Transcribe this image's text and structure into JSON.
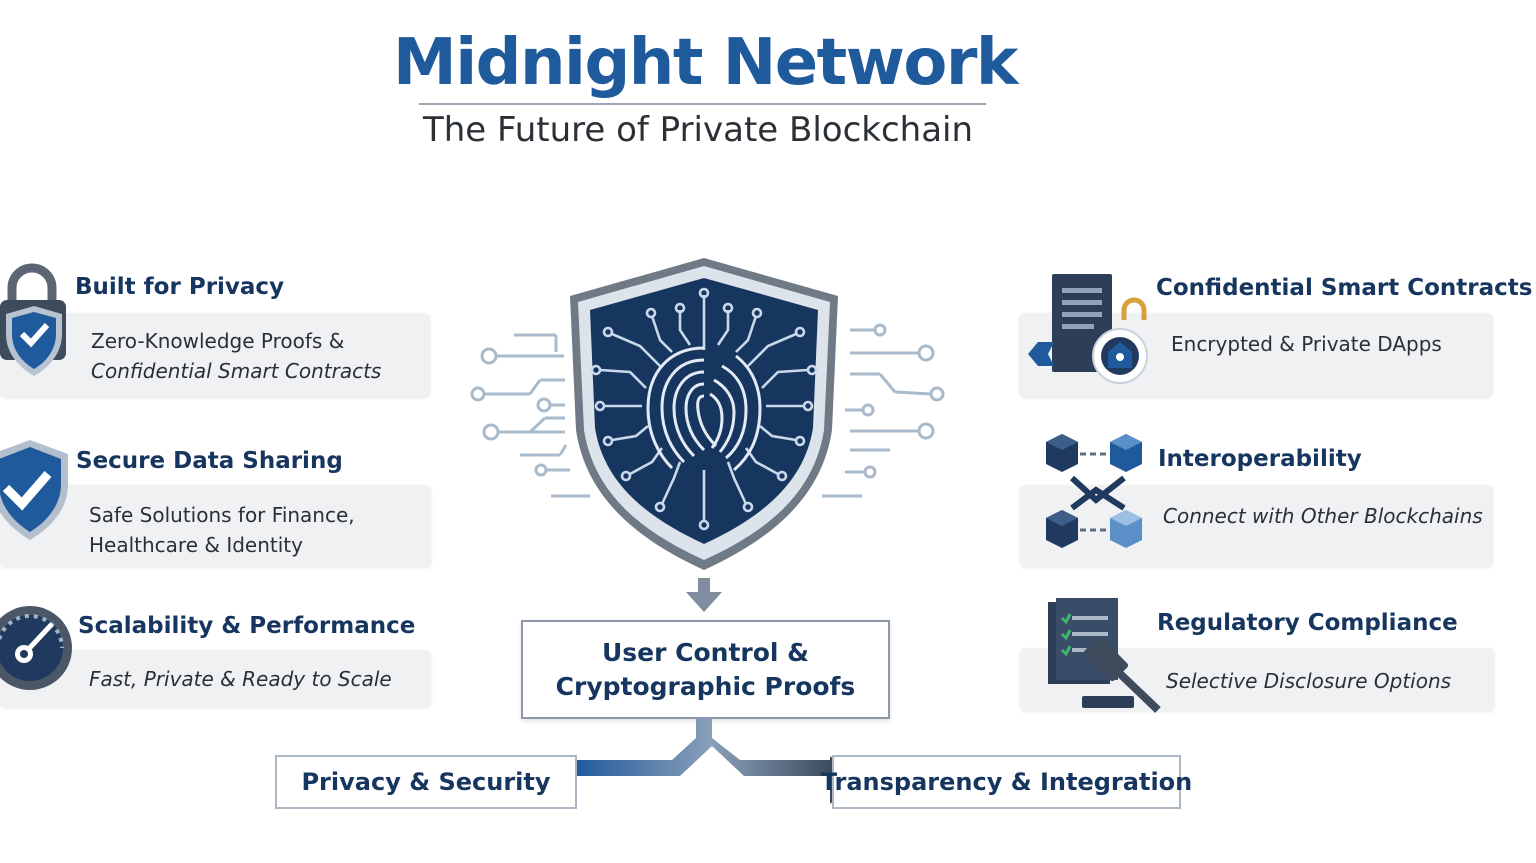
{
  "header": {
    "title": "Midnight Network",
    "subtitle": "The Future of Private Blockchain"
  },
  "left_features": [
    {
      "title": "Built for Privacy",
      "desc_line1": "Zero-Knowledge Proofs &",
      "desc_line2": "Confidential Smart Contracts",
      "icon": "lock-shield-icon"
    },
    {
      "title": "Secure Data Sharing",
      "desc_line1": "Safe Solutions for Finance,",
      "desc_line2": "Healthcare & Identity",
      "icon": "checkmark-shield-icon"
    },
    {
      "title": "Scalability & Performance",
      "desc_line1": "Fast, Private & Ready to Scale",
      "icon": "speedometer-icon"
    }
  ],
  "right_features": [
    {
      "title": "Confidential Smart Contracts",
      "desc": "Encrypted & Private DApps",
      "icon": "contract-lock-icon"
    },
    {
      "title": "Interoperability",
      "desc": "Connect with Other Blockchains",
      "icon": "connected-blocks-icon"
    },
    {
      "title": "Regulatory Compliance",
      "desc": "Selective Disclosure Options",
      "icon": "gavel-document-icon"
    }
  ],
  "center": {
    "icon": "fingerprint-circuit-shield-icon",
    "box_line1": "User Control &",
    "box_line2": "Cryptographic Proofs"
  },
  "outcomes": {
    "left": "Privacy & Security",
    "right": "Transparency & Integration"
  },
  "colors": {
    "primary_blue": "#1f5a9c",
    "navy": "#17365f",
    "card_bg": "#f0f1f3",
    "circuit_gray": "#a9bacb"
  }
}
